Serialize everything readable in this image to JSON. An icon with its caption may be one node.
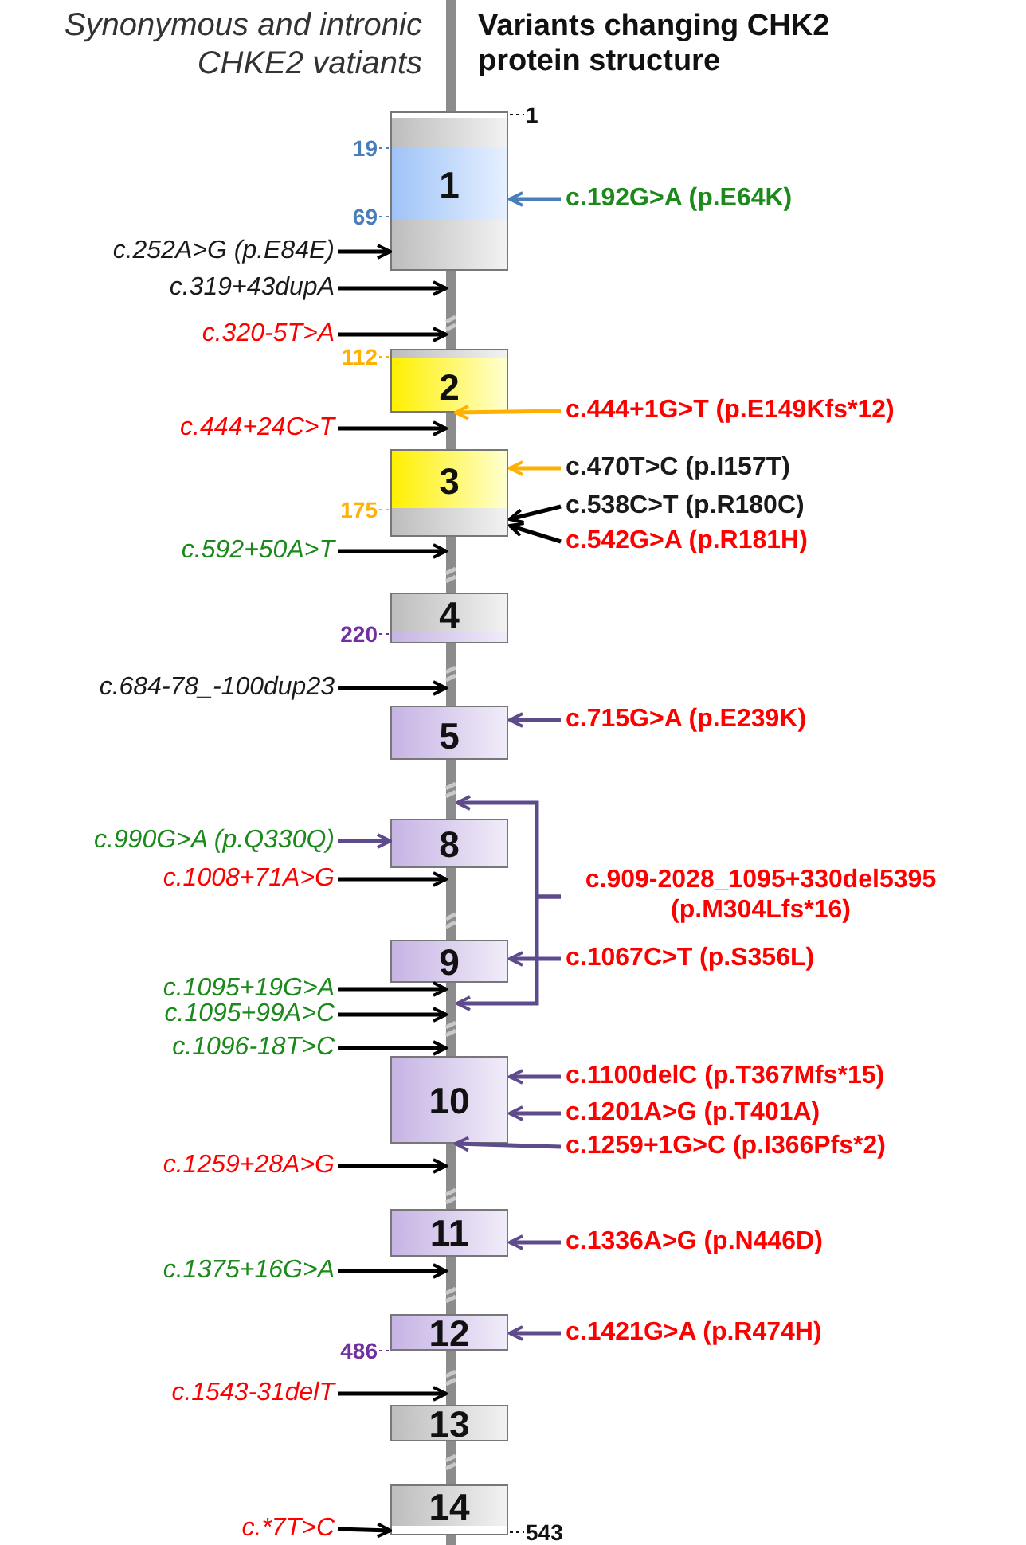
{
  "diagram": {
    "nodes": [
      {
        "text": [
          "1"
        ],
        "beside": [
          "1",
          "19",
          "69"
        ]
      },
      {
        "text": [
          "2"
        ],
        "beside": [
          "112"
        ]
      },
      {
        "text": [
          "3"
        ],
        "beside": [
          "175"
        ]
      },
      {
        "text": [
          "4"
        ],
        "beside": [
          "220"
        ]
      },
      {
        "text": [
          "5"
        ]
      },
      {
        "text": [
          "8"
        ]
      },
      {
        "text": [
          "9"
        ]
      },
      {
        "text": [
          "10"
        ]
      },
      {
        "text": [
          "11"
        ]
      },
      {
        "text": [
          "12"
        ],
        "beside": [
          "486"
        ]
      },
      {
        "text": [
          "13"
        ]
      },
      {
        "text": [
          "14"
        ],
        "beside": [
          "543"
        ]
      },
      {
        "text": [
          "c.252A>G (p.E84E)"
        ]
      },
      {
        "text": [
          "c.319+43dupA"
        ]
      },
      {
        "text": [
          "c.320-5T>A"
        ]
      },
      {
        "text": [
          "c.444+24C>T"
        ]
      },
      {
        "text": [
          "c.592+50A>T"
        ]
      },
      {
        "text": [
          "c.684-78_-100dup23"
        ]
      },
      {
        "text": [
          "c.990G>A (p.Q330Q)"
        ]
      },
      {
        "text": [
          "c.1008+71A>G"
        ]
      },
      {
        "text": [
          "c.1095+19G>A"
        ]
      },
      {
        "text": [
          "c.1095+99A>C"
        ]
      },
      {
        "text": [
          "c.1096-18T>C"
        ]
      },
      {
        "text": [
          "c.1259+28A>G"
        ]
      },
      {
        "text": [
          "c.1375+16G>A"
        ]
      },
      {
        "text": [
          "c.1543-31delT"
        ]
      },
      {
        "text": [
          "c.*7T>C"
        ]
      },
      {
        "text": [
          "c.192G>A (p.E64K)"
        ]
      },
      {
        "text": [
          "c.444+1G>T (p.E149Kfs*12)"
        ]
      },
      {
        "text": [
          "c.470T>C (p.I157T)"
        ]
      },
      {
        "text": [
          "c.538C>T (p.R180C)"
        ]
      },
      {
        "text": [
          "c.542G>A (p.R181H)"
        ]
      },
      {
        "text": [
          "c.715G>A (p.E239K)"
        ]
      },
      {
        "text": [
          "c.909-2028_1095+330del5395 (p.M304Lfs*16)"
        ]
      },
      {
        "text": [
          "c.1067C>T (p.S356L)"
        ]
      },
      {
        "text": [
          "c.1100delC (p.T367Mfs*15)"
        ]
      },
      {
        "text": [
          "c.1201A>G (p.T401A)"
        ]
      },
      {
        "text": [
          "c.1259+1G>C (p.I366Pfs*2)"
        ]
      },
      {
        "text": [
          "c.1336A>G (p.N446D)"
        ]
      },
      {
        "text": [
          "c.1421G>A (p.R474H)"
        ]
      },
      {
        "text": [],
        "shape": "bar"
      },
      {
        "text": [],
        "shape": "bar"
      },
      {
        "text": [],
        "shape": "bar"
      },
      {
        "text": [],
        "shape": "bar"
      },
      {
        "text": [],
        "shape": "bar"
      },
      {
        "text": [],
        "shape": "bar"
      },
      {
        "text": [],
        "shape": "bar"
      },
      {
        "text": [],
        "shape": "bar"
      },
      {
        "text": [],
        "shape": "bar"
      },
      {
        "text": [],
        "shape": "bar"
      },
      {
        "text": [],
        "shape": "bar"
      }
    ],
    "edges": [
      {
        "from": 12,
        "to": 0,
        "arrow": "to"
      },
      {
        "from": 13,
        "to": 40,
        "arrow": "to"
      },
      {
        "from": 14,
        "to": 40,
        "arrow": "to"
      },
      {
        "from": 15,
        "to": 41,
        "arrow": "to"
      },
      {
        "from": 16,
        "to": 42,
        "arrow": "to"
      },
      {
        "from": 17,
        "to": 43,
        "arrow": "to"
      },
      {
        "from": 18,
        "to": 5,
        "arrow": "to",
        "color": "#5e4b8b"
      },
      {
        "from": 19,
        "to": 45,
        "arrow": "to"
      },
      {
        "from": 20,
        "to": 46,
        "arrow": "to"
      },
      {
        "from": 21,
        "to": 46,
        "arrow": "to"
      },
      {
        "from": 22,
        "to": 46,
        "arrow": "to"
      },
      {
        "from": 23,
        "to": 47,
        "arrow": "to"
      },
      {
        "from": 24,
        "to": 48,
        "arrow": "to"
      },
      {
        "from": 25,
        "to": 49,
        "arrow": "to"
      },
      {
        "from": 26,
        "to": 11,
        "arrow": "to"
      },
      {
        "from": 27,
        "to": 0,
        "arrow": "to",
        "color": "#4a7ebb"
      },
      {
        "from": 28,
        "to": 1,
        "arrow": "to",
        "color": "#ffb000"
      },
      {
        "from": 29,
        "to": 2,
        "arrow": "to",
        "color": "#ffb000"
      },
      {
        "from": 30,
        "to": 2,
        "arrow": "to"
      },
      {
        "from": 31,
        "to": 2,
        "arrow": "to"
      },
      {
        "from": 32,
        "to": 4,
        "arrow": "to",
        "color": "#5e4b8b"
      },
      {
        "from": 33,
        "to": 44,
        "arrow": "to",
        "color": "#5e4b8b"
      },
      {
        "from": 33,
        "to": 46,
        "arrow": "to",
        "color": "#5e4b8b"
      },
      {
        "from": 34,
        "to": 6,
        "arrow": "to",
        "color": "#5e4b8b"
      },
      {
        "from": 35,
        "to": 7,
        "arrow": "to",
        "color": "#5e4b8b"
      },
      {
        "from": 36,
        "to": 7,
        "arrow": "to",
        "color": "#5e4b8b"
      },
      {
        "from": 37,
        "to": 7,
        "arrow": "to",
        "color": "#5e4b8b"
      },
      {
        "from": 38,
        "to": 8,
        "arrow": "to",
        "color": "#5e4b8b"
      },
      {
        "from": 39,
        "to": 9,
        "arrow": "to",
        "color": "#5e4b8b"
      }
    ],
    "labels": [
      "Synonymous and intronic CHKE2 vatiants",
      "Variants changing CHK2 protein structure"
    ]
  }
}
